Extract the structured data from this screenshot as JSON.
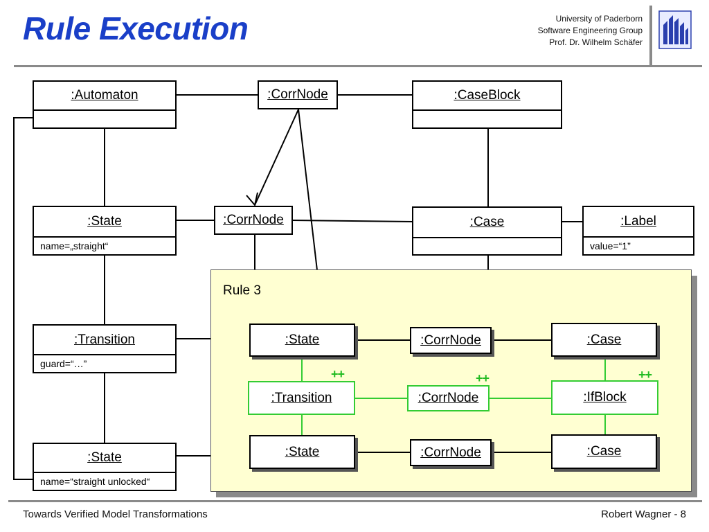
{
  "header": {
    "title": "Rule Execution",
    "university": "University of Paderborn",
    "group": "Software Engineering Group",
    "professor": "Prof. Dr. Wilhelm Schäfer"
  },
  "footer": {
    "left": "Towards Verified Model Transformations",
    "right": "Robert Wagner - 8"
  },
  "objects": {
    "automaton": {
      "name": ":Automaton"
    },
    "corr_top": {
      "name": ":CorrNode"
    },
    "caseblock": {
      "name": ":CaseBlock"
    },
    "state1": {
      "name": ":State",
      "attr": "name=„straight“"
    },
    "corr_mid": {
      "name": ":CorrNode"
    },
    "case_top": {
      "name": ":Case"
    },
    "label": {
      "name": ":Label",
      "attr": "value=“1”"
    },
    "transition": {
      "name": ":Transition",
      "attr": "guard=“…”"
    },
    "state2": {
      "name": ":State",
      "attr": "name=“straight unlocked“"
    }
  },
  "rule": {
    "label": "Rule 3",
    "state_top": ":State",
    "corr_top": ":CorrNode",
    "case_top": ":Case",
    "transition": ":Transition",
    "corr_mid": ":CorrNode",
    "ifblock": ":IfBlock",
    "state_bot": ":State",
    "corr_bot": ":CorrNode",
    "case_bot": ":Case",
    "create_marker": "++"
  },
  "colors": {
    "title": "#1a3fc8",
    "rule_background": "#ffffd2",
    "create": "#33cc33"
  }
}
